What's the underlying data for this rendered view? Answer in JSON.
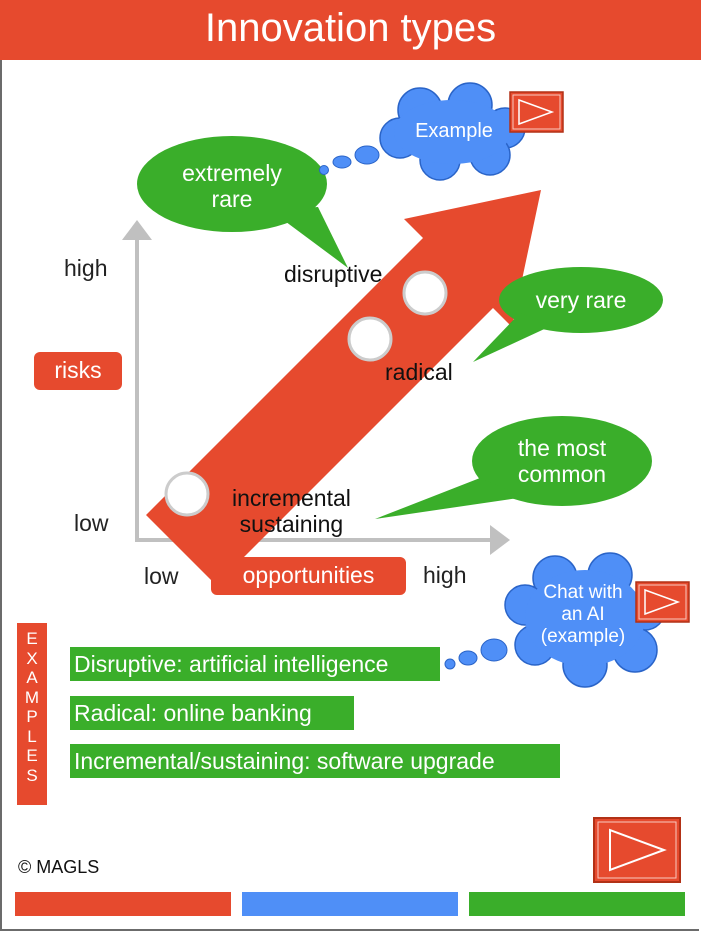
{
  "title": "Innovation types",
  "axes": {
    "y_high": "high",
    "y_low": "low",
    "y_label": "risks",
    "x_low": "low",
    "x_high": "high",
    "x_label": "opportunities"
  },
  "stages": {
    "incremental_line1": "incremental",
    "incremental_line2": "sustaining",
    "radical": "radical",
    "disruptive": "disruptive"
  },
  "callouts": {
    "extremely_rare_line1": "extremely",
    "extremely_rare_line2": "rare",
    "very_rare": "very rare",
    "most_common_line1": "the most",
    "most_common_line2": "common"
  },
  "thought_clouds": {
    "example": "Example",
    "chat_line1": "Chat with",
    "chat_line2": "an AI",
    "chat_line3": "(example)"
  },
  "examples_label": [
    "E",
    "X",
    "A",
    "M",
    "P",
    "L",
    "E",
    "S"
  ],
  "examples": [
    "Disruptive: artificial intelligence",
    "Radical: online banking",
    "Incremental/sustaining: software upgrade"
  ],
  "copyright": "© MAGLS",
  "colors": {
    "red": "#e64a2e",
    "green": "#3aae2a",
    "blue": "#4f8ff7",
    "gray": "#c0c0c0"
  },
  "icons": [
    "play-button-icon"
  ]
}
